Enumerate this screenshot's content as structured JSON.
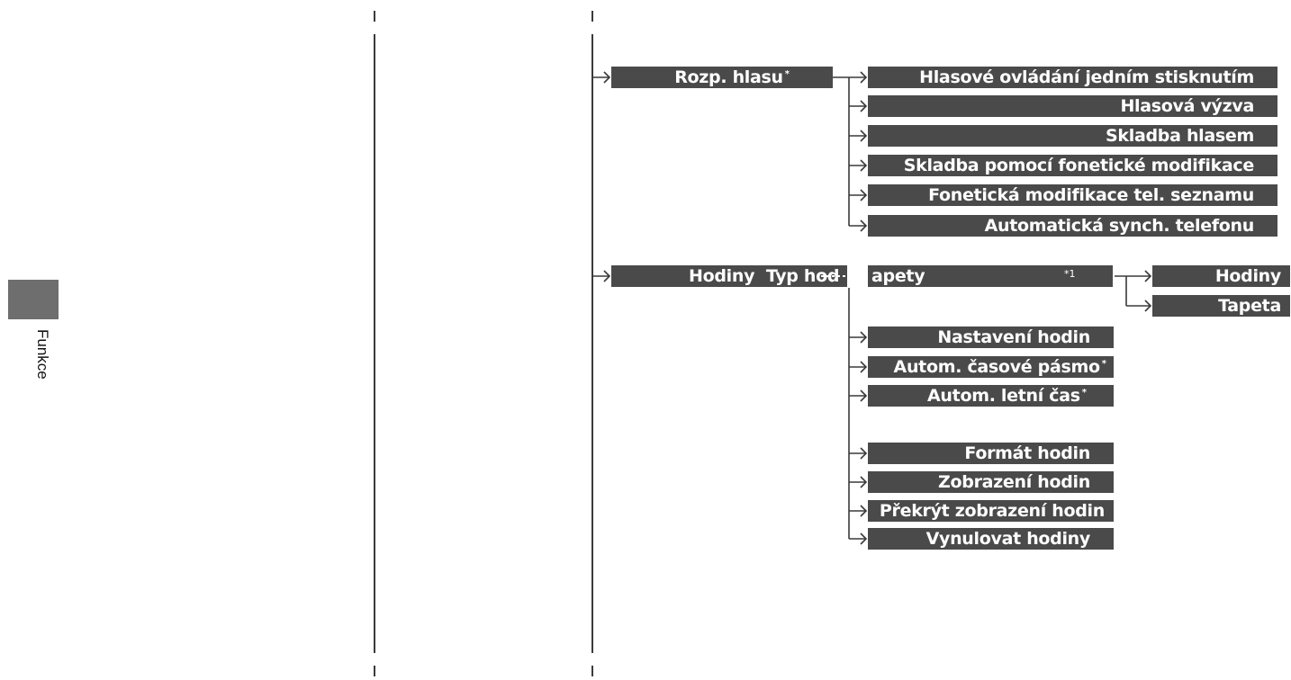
{
  "sidebar": {
    "label": "Funkce"
  },
  "diagram": {
    "voice_group": {
      "parent": {
        "label": "Rozp. hlasu",
        "note": "*"
      },
      "children": [
        {
          "label": "Hlasové ovládání jedním stisknutím"
        },
        {
          "label": "Hlasová výzva"
        },
        {
          "label": "Skladba hlasem"
        },
        {
          "label": "Skladba pomocí fonetické modifikace"
        },
        {
          "label": "Fonetická modifikace tel. seznamu"
        },
        {
          "label": "Automatická synch. telefonu"
        }
      ]
    },
    "clock_group": {
      "parent": {
        "label": "Hodiny",
        "overlap_label": "Typ hodin/tapety",
        "suffix": "apety",
        "overlap": "Typ hod",
        "mark": "*1"
      },
      "type_options": [
        {
          "label": "Hodiny"
        },
        {
          "label": "Tapeta"
        }
      ],
      "children": [
        {
          "label": "Nastavení hodin",
          "note": ""
        },
        {
          "label": "Autom. časové pásmo",
          "note": "*"
        },
        {
          "label": "Autom. letní čas",
          "note": "*"
        },
        {
          "label": "Formát hodin",
          "note": ""
        },
        {
          "label": "Zobrazení hodin",
          "note": ""
        },
        {
          "label": "Překrýt zobrazení hodin",
          "note": ""
        },
        {
          "label": "Vynulovat hodiny",
          "note": ""
        }
      ]
    }
  }
}
